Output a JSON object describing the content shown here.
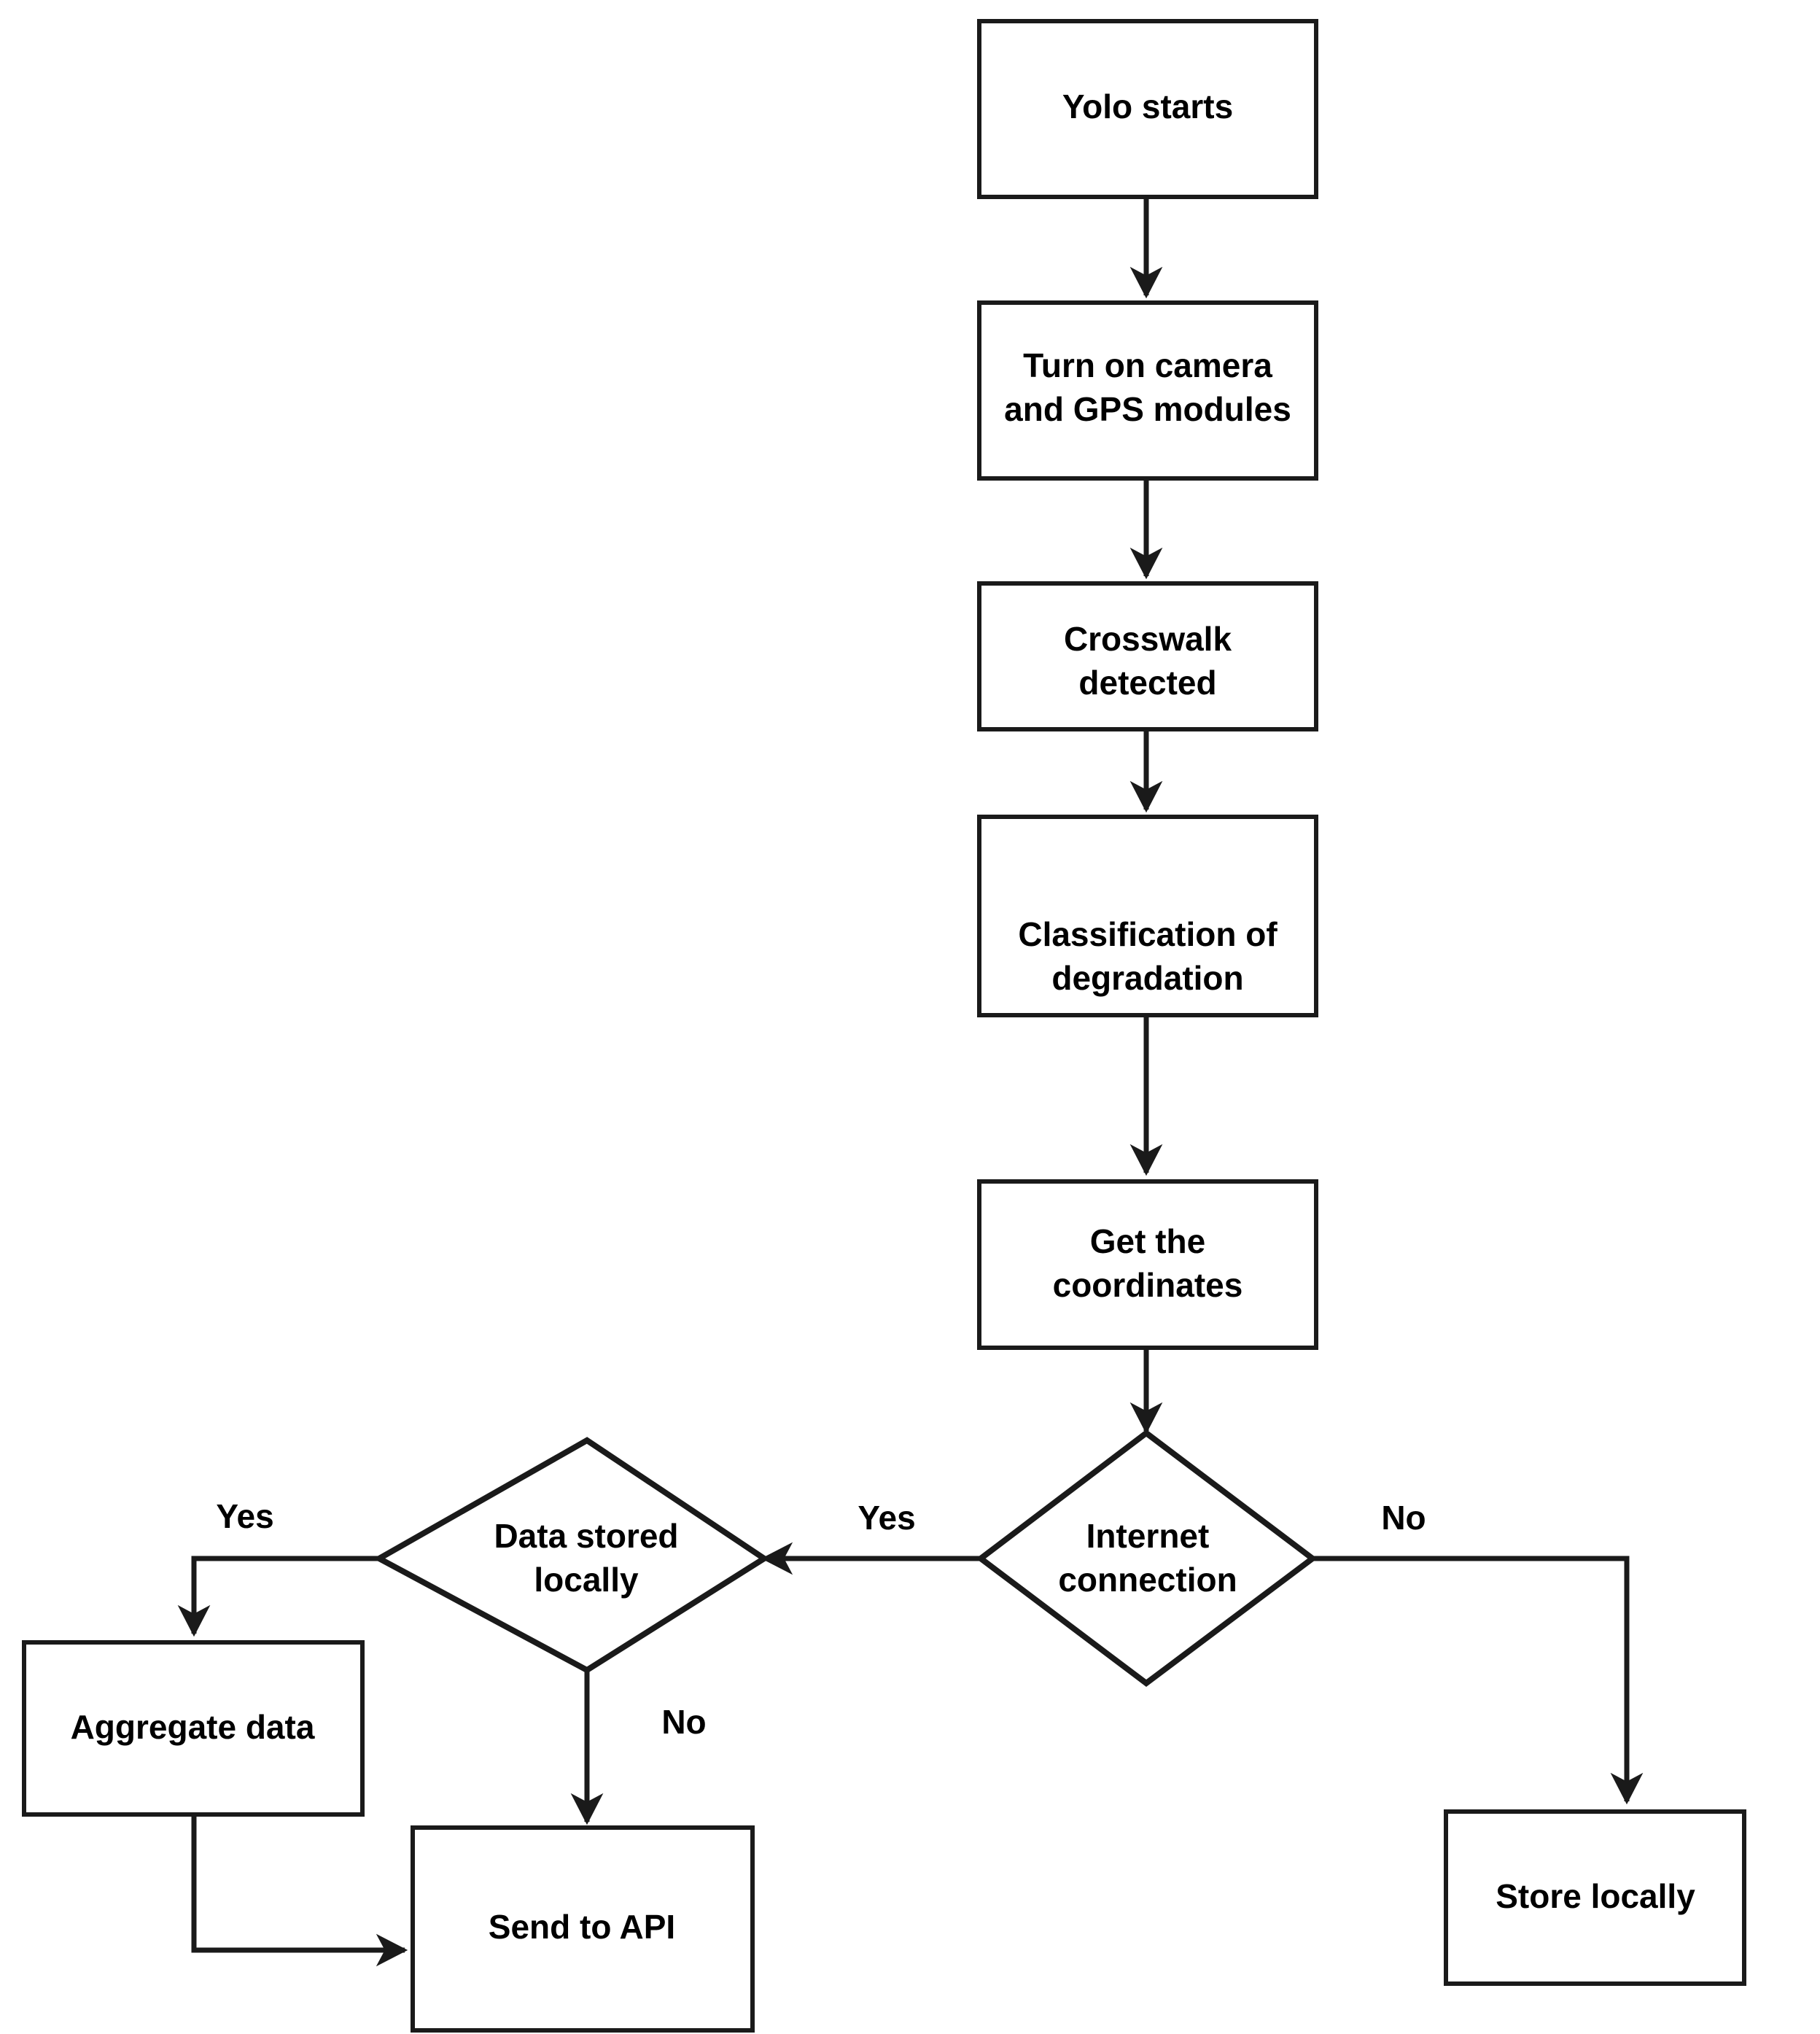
{
  "diagram": {
    "type": "flowchart",
    "orientation": "top-to-bottom",
    "background_color": "#ffffff",
    "line_color": "#1a1a1a",
    "text_color": "#000000",
    "nodes": [
      {
        "id": "yolo_starts",
        "shape": "process",
        "label": "Yolo starts"
      },
      {
        "id": "turn_on",
        "shape": "process",
        "label_line1": "Turn on camera",
        "label_line2": "and GPS modules"
      },
      {
        "id": "crosswalk",
        "shape": "process",
        "label_line1": "Crosswalk",
        "label_line2": "detected"
      },
      {
        "id": "classification",
        "shape": "process",
        "label_line1": "Classification of",
        "label_line2": "degradation"
      },
      {
        "id": "coordinates",
        "shape": "process",
        "label_line1": "Get the",
        "label_line2": "coordinates"
      },
      {
        "id": "internet",
        "shape": "decision",
        "label_line1": "Internet",
        "label_line2": "connection"
      },
      {
        "id": "stored_locally",
        "shape": "decision",
        "label_line1": "Data stored",
        "label_line2": "locally"
      },
      {
        "id": "aggregate",
        "shape": "process",
        "label": "Aggregate data"
      },
      {
        "id": "send_api",
        "shape": "process",
        "label": "Send to API"
      },
      {
        "id": "store_locally",
        "shape": "process",
        "label": "Store locally"
      }
    ],
    "edge_labels": {
      "internet_yes": "Yes",
      "internet_no": "No",
      "stored_yes": "Yes",
      "stored_no": "No"
    },
    "edges": [
      {
        "from": "yolo_starts",
        "to": "turn_on",
        "label": ""
      },
      {
        "from": "turn_on",
        "to": "crosswalk",
        "label": ""
      },
      {
        "from": "crosswalk",
        "to": "classification",
        "label": ""
      },
      {
        "from": "classification",
        "to": "coordinates",
        "label": ""
      },
      {
        "from": "coordinates",
        "to": "internet",
        "label": ""
      },
      {
        "from": "internet",
        "to": "stored_locally",
        "label": "Yes"
      },
      {
        "from": "internet",
        "to": "store_locally",
        "label": "No"
      },
      {
        "from": "stored_locally",
        "to": "aggregate",
        "label": "Yes"
      },
      {
        "from": "stored_locally",
        "to": "send_api",
        "label": "No"
      },
      {
        "from": "aggregate",
        "to": "send_api",
        "label": ""
      }
    ]
  }
}
